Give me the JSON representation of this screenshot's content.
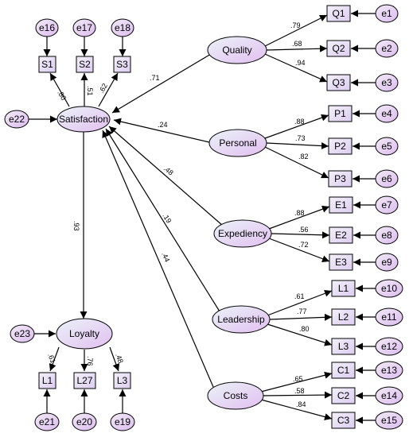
{
  "latents": {
    "satisfaction": "Satisfaction",
    "loyalty": "Loyalty",
    "quality": "Quality",
    "personal": "Personal",
    "expediency": "Expediency",
    "leadership": "Leadership",
    "costs": "Costs"
  },
  "indicators": {
    "S1": "S1",
    "S2": "S2",
    "S3": "S3",
    "Q1": "Q1",
    "Q2": "Q2",
    "Q3": "Q3",
    "P1": "P1",
    "P2": "P2",
    "P3": "P3",
    "E1": "E1",
    "E2": "E2",
    "E3": "E3",
    "L1r": "L1",
    "L2r": "L2",
    "L3r": "L3",
    "C1": "C1",
    "C2": "C2",
    "C3": "C3",
    "L1b": "L1",
    "L27": "L27",
    "L3b": "L3"
  },
  "errors": {
    "e1": "e1",
    "e2": "e2",
    "e3": "e3",
    "e4": "e4",
    "e5": "e5",
    "e6": "e6",
    "e7": "e7",
    "e8": "e8",
    "e9": "e9",
    "e10": "e10",
    "e11": "e11",
    "e12": "e12",
    "e13": "e13",
    "e14": "e14",
    "e15": "e15",
    "e16": "e16",
    "e17": "e17",
    "e18": "e18",
    "e19": "e19",
    "e20": "e20",
    "e21": "e21",
    "e22": "e22",
    "e23": "e23"
  },
  "coefficients": {
    "s1": ".80",
    "s2": ".51",
    "s3": ".62",
    "q1": ".79",
    "q2": ".68",
    "q3": ".94",
    "p1": ".88",
    "p2": ".73",
    "p3": ".82",
    "e1": ".88",
    "e2": ".56",
    "e3": ".72",
    "l1": ".61",
    "l2": ".77",
    "l3": ".80",
    "c1": ".65",
    "c2": ".58",
    "c3": ".84",
    "y1": ".61",
    "y2": ".76",
    "y3": ".48",
    "quality_sat": ".71",
    "personal_sat": ".24",
    "expediency_sat": ".48",
    "leadership_sat": ".19",
    "costs_sat": ".44",
    "sat_loyalty": ".93"
  }
}
